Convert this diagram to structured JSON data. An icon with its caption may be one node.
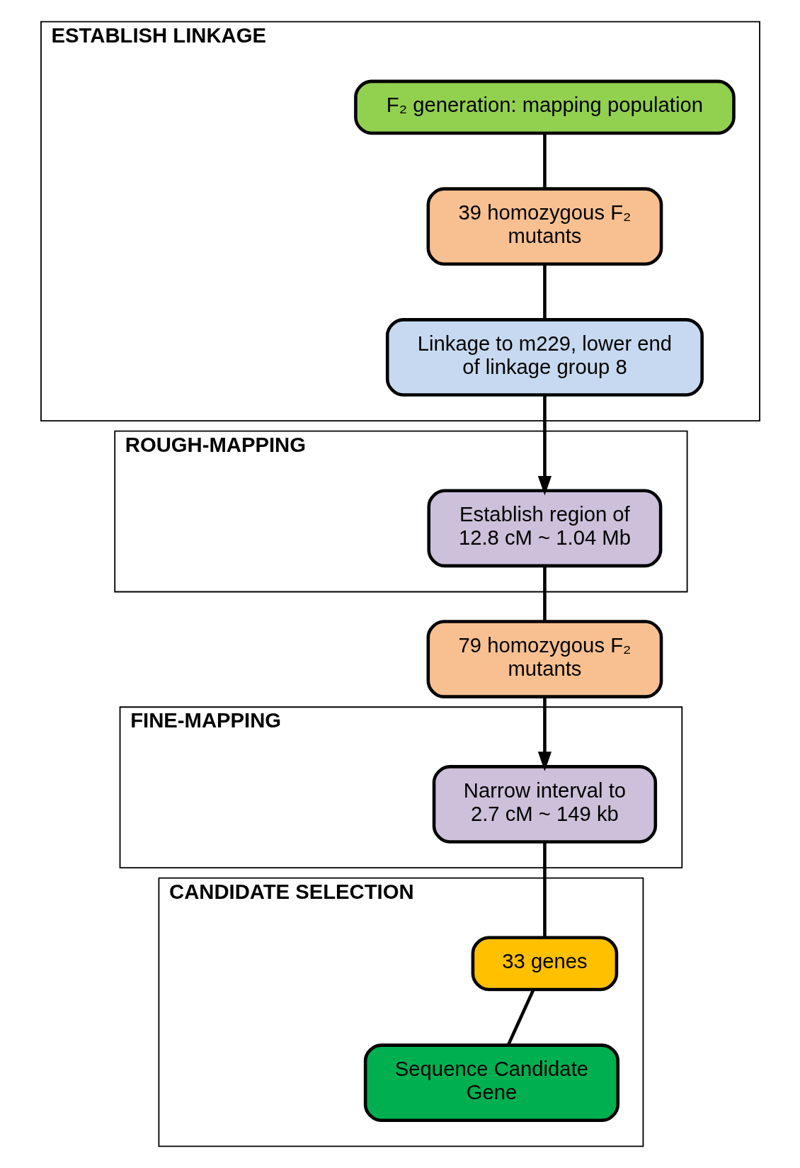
{
  "diagram": {
    "nodes": [
      {
        "text": [
          "ESTABLISH LINKAGE"
        ]
      },
      {
        "text": [
          "F₂ generation: mapping population"
        ],
        "in": 0
      },
      {
        "text": [
          "39 homozygous F₂ mutants"
        ],
        "in": 0
      },
      {
        "text": [
          "Linkage to m229, lower end of linkage group 8"
        ],
        "in": 0
      },
      {
        "text": [
          "ROUGH-MAPPING"
        ]
      },
      {
        "text": [
          "Establish region of 12.8 cM ~ 1.04 Mb"
        ],
        "in": 4
      },
      {
        "text": [
          "79 homozygous F₂ mutants"
        ]
      },
      {
        "text": [
          "FINE-MAPPING"
        ]
      },
      {
        "text": [
          "Narrow interval to 2.7 cM ~ 149 kb"
        ],
        "in": 7
      },
      {
        "text": [
          "CANDIDATE SELECTION"
        ]
      },
      {
        "text": [
          "33 genes"
        ],
        "in": 9
      },
      {
        "text": [
          "Sequence Candidate Gene"
        ],
        "in": 9
      }
    ],
    "edges": [
      {
        "from": 1,
        "to": 2,
        "arrow": "none"
      },
      {
        "from": 2,
        "to": 3,
        "arrow": "none"
      },
      {
        "from": 3,
        "to": 5,
        "arrow": "to"
      },
      {
        "from": 5,
        "to": 6,
        "arrow": "none"
      },
      {
        "from": 6,
        "to": 8,
        "arrow": "to"
      },
      {
        "from": 8,
        "to": 10,
        "arrow": "none"
      },
      {
        "from": 10,
        "to": 11,
        "arrow": "none"
      }
    ]
  }
}
